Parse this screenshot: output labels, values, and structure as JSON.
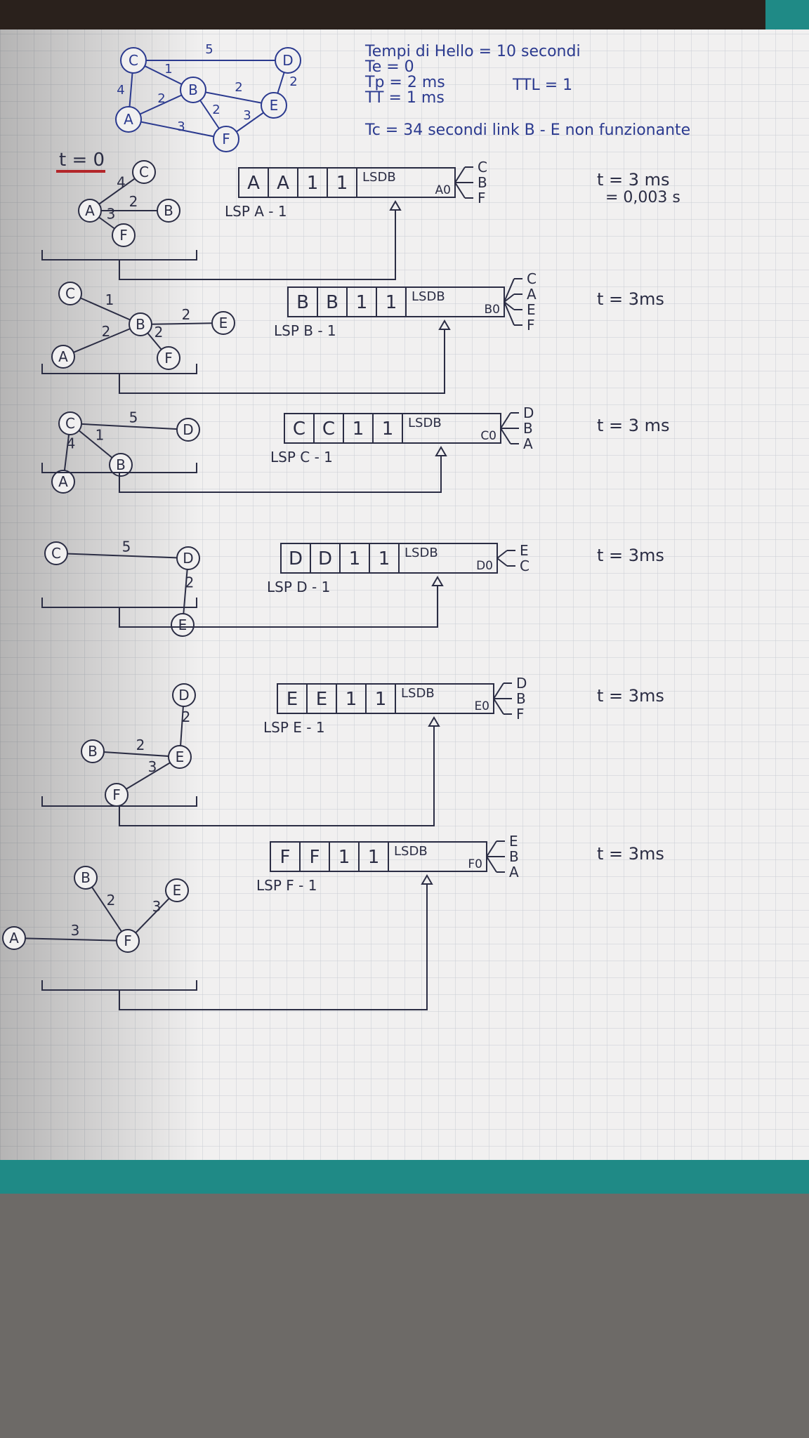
{
  "header": {
    "hello_line": "Tempi di Hello = 10 secondi",
    "te_line": "Te = 0",
    "tp_line": "Tp = 2 ms",
    "tt_line": "TT = 1 ms",
    "ttl_line": "TTL = 1",
    "tc_line": "Tc = 34 secondi link B - E non funzionante"
  },
  "graph": {
    "nodes": [
      "C",
      "D",
      "B",
      "E",
      "A",
      "F"
    ],
    "edge_weights": {
      "CD": "5",
      "CB": "1",
      "CA": "4",
      "AB": "2",
      "BE": "2",
      "DE": "2",
      "BF": "2",
      "EF": "3",
      "AF": "3"
    }
  },
  "time_label": "t = 0",
  "lsdb_label": "LSDB",
  "sections": [
    {
      "node": "A",
      "cells": [
        "A",
        "A",
        "1",
        "1"
      ],
      "caption": "LSP A - 1",
      "port": "A0",
      "outputs": [
        "C",
        "B",
        "F"
      ],
      "time": "t = 3 ms",
      "time2": "= 0,003 s",
      "neighbors": [
        {
          "n": "C",
          "w": "4"
        },
        {
          "n": "B",
          "w": "2"
        },
        {
          "n": "F",
          "w": "3"
        }
      ]
    },
    {
      "node": "B",
      "cells": [
        "B",
        "B",
        "1",
        "1"
      ],
      "caption": "LSP B - 1",
      "port": "B0",
      "outputs": [
        "C",
        "A",
        "E",
        "F"
      ],
      "time": "t = 3ms",
      "time2": "",
      "neighbors": [
        {
          "n": "C",
          "w": "1"
        },
        {
          "n": "E",
          "w": "2"
        },
        {
          "n": "A",
          "w": "2"
        },
        {
          "n": "F",
          "w": "2"
        }
      ]
    },
    {
      "node": "C",
      "cells": [
        "C",
        "C",
        "1",
        "1"
      ],
      "caption": "LSP C - 1",
      "port": "C0",
      "outputs": [
        "D",
        "B",
        "A"
      ],
      "time": "t = 3 ms",
      "time2": "",
      "neighbors": [
        {
          "n": "D",
          "w": "5"
        },
        {
          "n": "B",
          "w": "1"
        },
        {
          "n": "A",
          "w": "4"
        }
      ]
    },
    {
      "node": "D",
      "cells": [
        "D",
        "D",
        "1",
        "1"
      ],
      "caption": "LSP D - 1",
      "port": "D0",
      "outputs": [
        "E",
        "C"
      ],
      "time": "t = 3ms",
      "time2": "",
      "neighbors": [
        {
          "n": "C",
          "w": "5"
        },
        {
          "n": "E",
          "w": "2"
        }
      ]
    },
    {
      "node": "E",
      "cells": [
        "E",
        "E",
        "1",
        "1"
      ],
      "caption": "LSP E - 1",
      "port": "E0",
      "outputs": [
        "D",
        "B",
        "F"
      ],
      "time": "t = 3ms",
      "time2": "",
      "neighbors": [
        {
          "n": "D",
          "w": "2"
        },
        {
          "n": "B",
          "w": "2"
        },
        {
          "n": "F",
          "w": "3"
        }
      ]
    },
    {
      "node": "F",
      "cells": [
        "F",
        "F",
        "1",
        "1"
      ],
      "caption": "LSP F - 1",
      "port": "F0",
      "outputs": [
        "E",
        "B",
        "A"
      ],
      "time": "t = 3ms",
      "time2": "",
      "neighbors": [
        {
          "n": "B",
          "w": "2"
        },
        {
          "n": "E",
          "w": "3"
        },
        {
          "n": "A",
          "w": "3"
        }
      ]
    }
  ],
  "colors": {
    "paper": "#f1f0f0",
    "grid": "#c9cdd3",
    "ink": "#2b2d44",
    "blue_ink": "#2b3a8f",
    "red_ink": "#b3262a",
    "teal": "#1f8a86"
  }
}
